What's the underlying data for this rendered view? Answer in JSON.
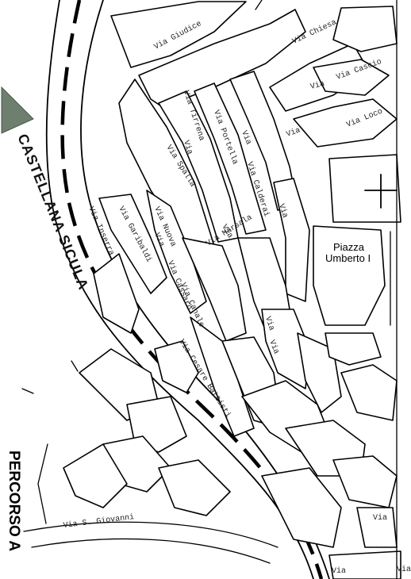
{
  "map": {
    "road_name": "CASTELLANA SICULA",
    "square": [
      "Piazza",
      "Umberto I"
    ],
    "edge_text": "PERCORSO A",
    "streets": [
      "Via Giudice",
      "Via Chiesa",
      "Via",
      "Via Cascio",
      "Via Loco",
      "Via",
      "Via Tirrena",
      "Via Portella",
      "Via Spalla",
      "Via",
      "Via",
      "Via Calderai",
      "Via",
      "Via Marsala",
      "Via",
      "Via Nuova",
      "Via Garibaldi",
      "Via",
      "Via Inserra",
      "Via Cassaro",
      "Via Canale",
      "Via",
      "Via",
      "Via Cesare Battisti",
      "Via S. Giovanni",
      "Via",
      "Via",
      "Via"
    ],
    "colors": {
      "line": "#000000",
      "arrow": "#6e7f70",
      "paper": "#ffffff"
    },
    "icons": {
      "arrow": "direction-arrow-icon"
    }
  }
}
